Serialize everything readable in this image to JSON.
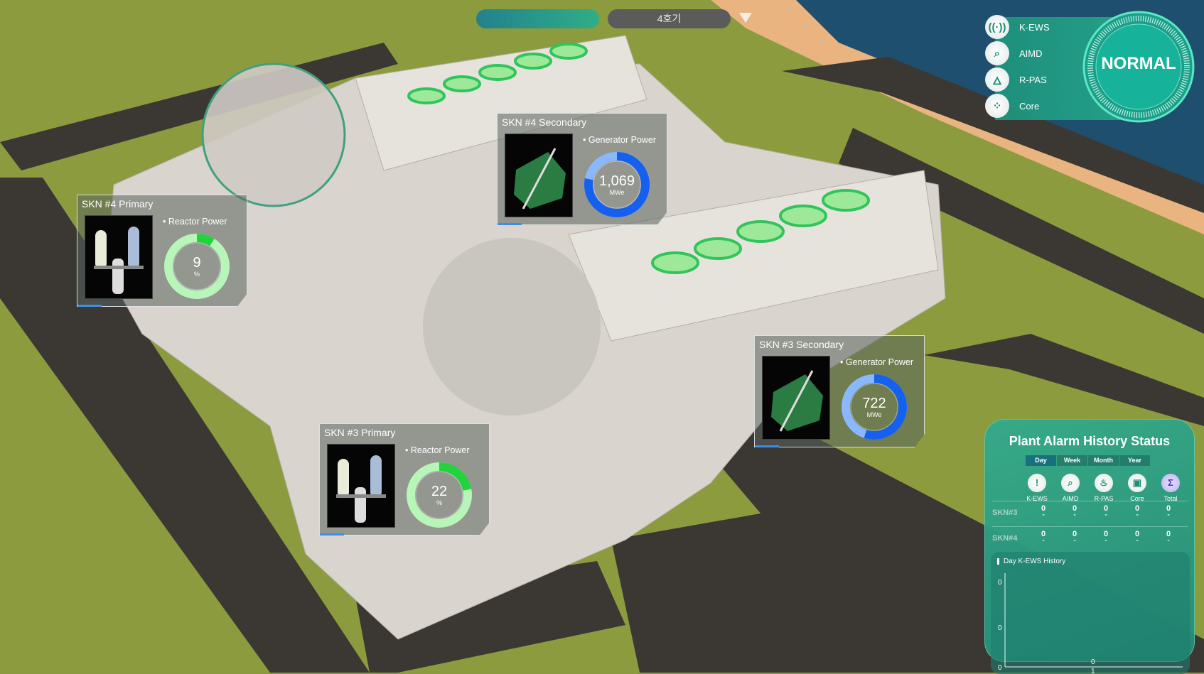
{
  "top_bar": {
    "unit_select": "4호기"
  },
  "status_panel": {
    "items": [
      {
        "label": "K-EWS",
        "icon": "antenna-icon"
      },
      {
        "label": "AIMD",
        "icon": "magnifier-wave-icon"
      },
      {
        "label": "R-PAS",
        "icon": "flame-icon"
      },
      {
        "label": "Core",
        "icon": "core-grid-icon"
      }
    ],
    "status": "NORMAL",
    "color": "#1fb59a"
  },
  "cards": [
    {
      "id": "skn4-primary",
      "title": "SKN #4 Primary",
      "metric": "Reactor Power",
      "value": "9",
      "unit": "%",
      "fill": 0.09,
      "type": "reactor"
    },
    {
      "id": "skn4-secondary",
      "title": "SKN #4 Secondary",
      "metric": "Generator Power",
      "value": "1,069",
      "unit": "MWe",
      "fill": 0.78,
      "type": "generator"
    },
    {
      "id": "skn3-secondary",
      "title": "SKN #3 Secondary",
      "metric": "Generator Power",
      "value": "722",
      "unit": "MWe",
      "fill": 0.55,
      "type": "generator"
    },
    {
      "id": "skn3-primary",
      "title": "SKN #3 Primary",
      "metric": "Reactor Power",
      "value": "22",
      "unit": "%",
      "fill": 0.22,
      "type": "reactor"
    }
  ],
  "alarm_panel": {
    "title": "Plant Alarm History Status",
    "tabs": [
      "Day",
      "Week",
      "Month",
      "Year"
    ],
    "active_tab": "Day",
    "columns": [
      "K-EWS",
      "AIMD",
      "R-PAS",
      "Core",
      "Total"
    ],
    "rows": [
      {
        "label": "SKN#3",
        "values": [
          "0",
          "0",
          "0",
          "0",
          "0"
        ]
      },
      {
        "label": "SKN#4",
        "values": [
          "0",
          "0",
          "0",
          "0",
          "0"
        ]
      }
    ],
    "history": {
      "title": "Day K-EWS History",
      "y_ticks": [
        "0",
        "0",
        "0"
      ],
      "x_ticks": [
        "1"
      ],
      "point_label": "0"
    }
  }
}
